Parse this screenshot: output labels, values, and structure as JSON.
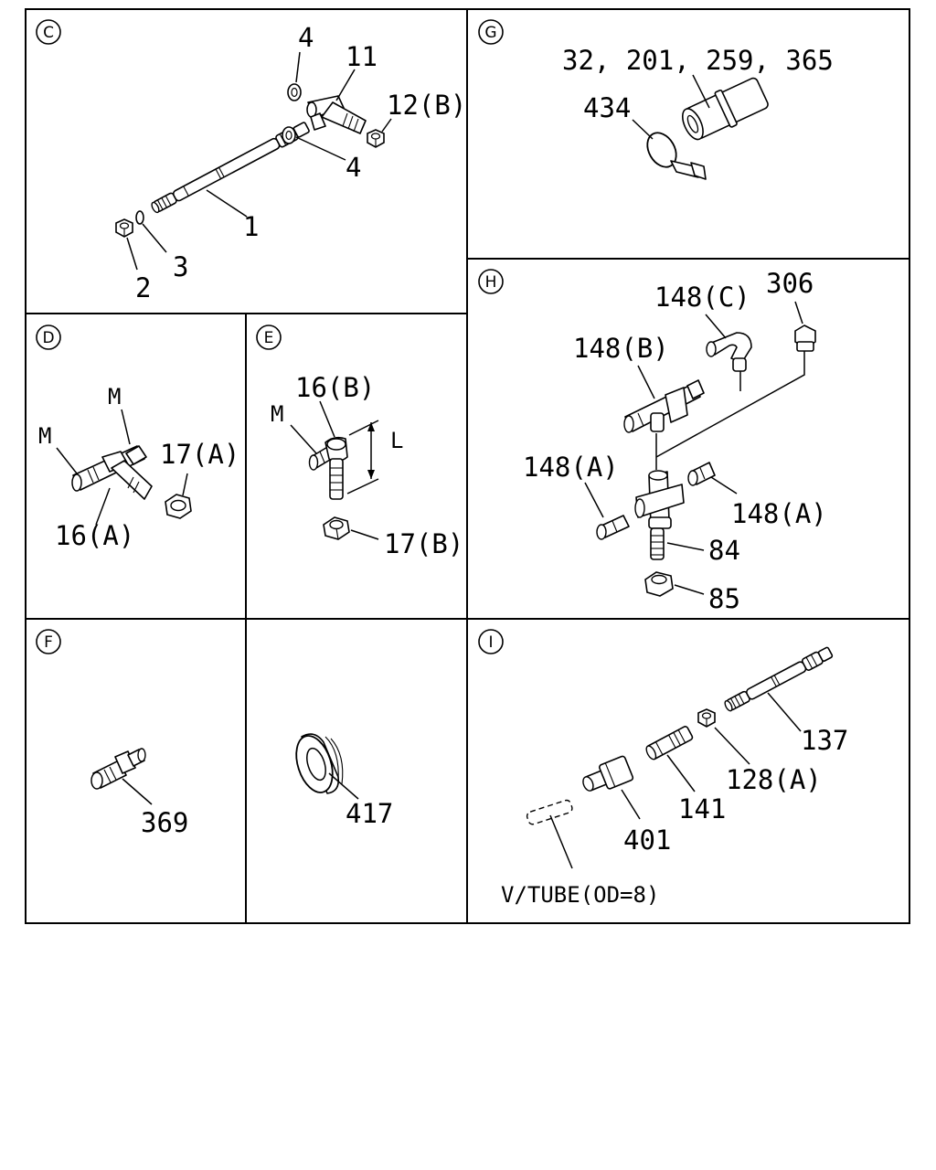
{
  "sections": {
    "C": {
      "letter": "C",
      "labels": {
        "p4a": "4",
        "p11": "11",
        "p12b": "12(B)",
        "p4b": "4",
        "p1": "1",
        "p3": "3",
        "p2": "2"
      }
    },
    "D": {
      "letter": "D",
      "labels": {
        "m1": "M",
        "m2": "M",
        "p17a": "17(A)",
        "p16a": "16(A)"
      }
    },
    "E": {
      "letter": "E",
      "labels": {
        "p16b": "16(B)",
        "m": "M",
        "l": "L",
        "p17b": "17(B)"
      }
    },
    "F": {
      "letter": "F",
      "labels": {
        "p369": "369"
      }
    },
    "blank": {
      "labels": {
        "p417": "417"
      }
    },
    "G": {
      "letter": "G",
      "labels": {
        "multi": "32, 201, 259, 365",
        "p434": "434"
      }
    },
    "H": {
      "letter": "H",
      "labels": {
        "p148c": "148(C)",
        "p306": "306",
        "p148b": "148(B)",
        "p148a1": "148(A)",
        "p148a2": "148(A)",
        "p84": "84",
        "p85": "85"
      }
    },
    "I": {
      "letter": "I",
      "labels": {
        "p137": "137",
        "p128a": "128(A)",
        "p141": "141",
        "p401": "401",
        "tube": "V/TUBE(OD=8)"
      }
    }
  }
}
